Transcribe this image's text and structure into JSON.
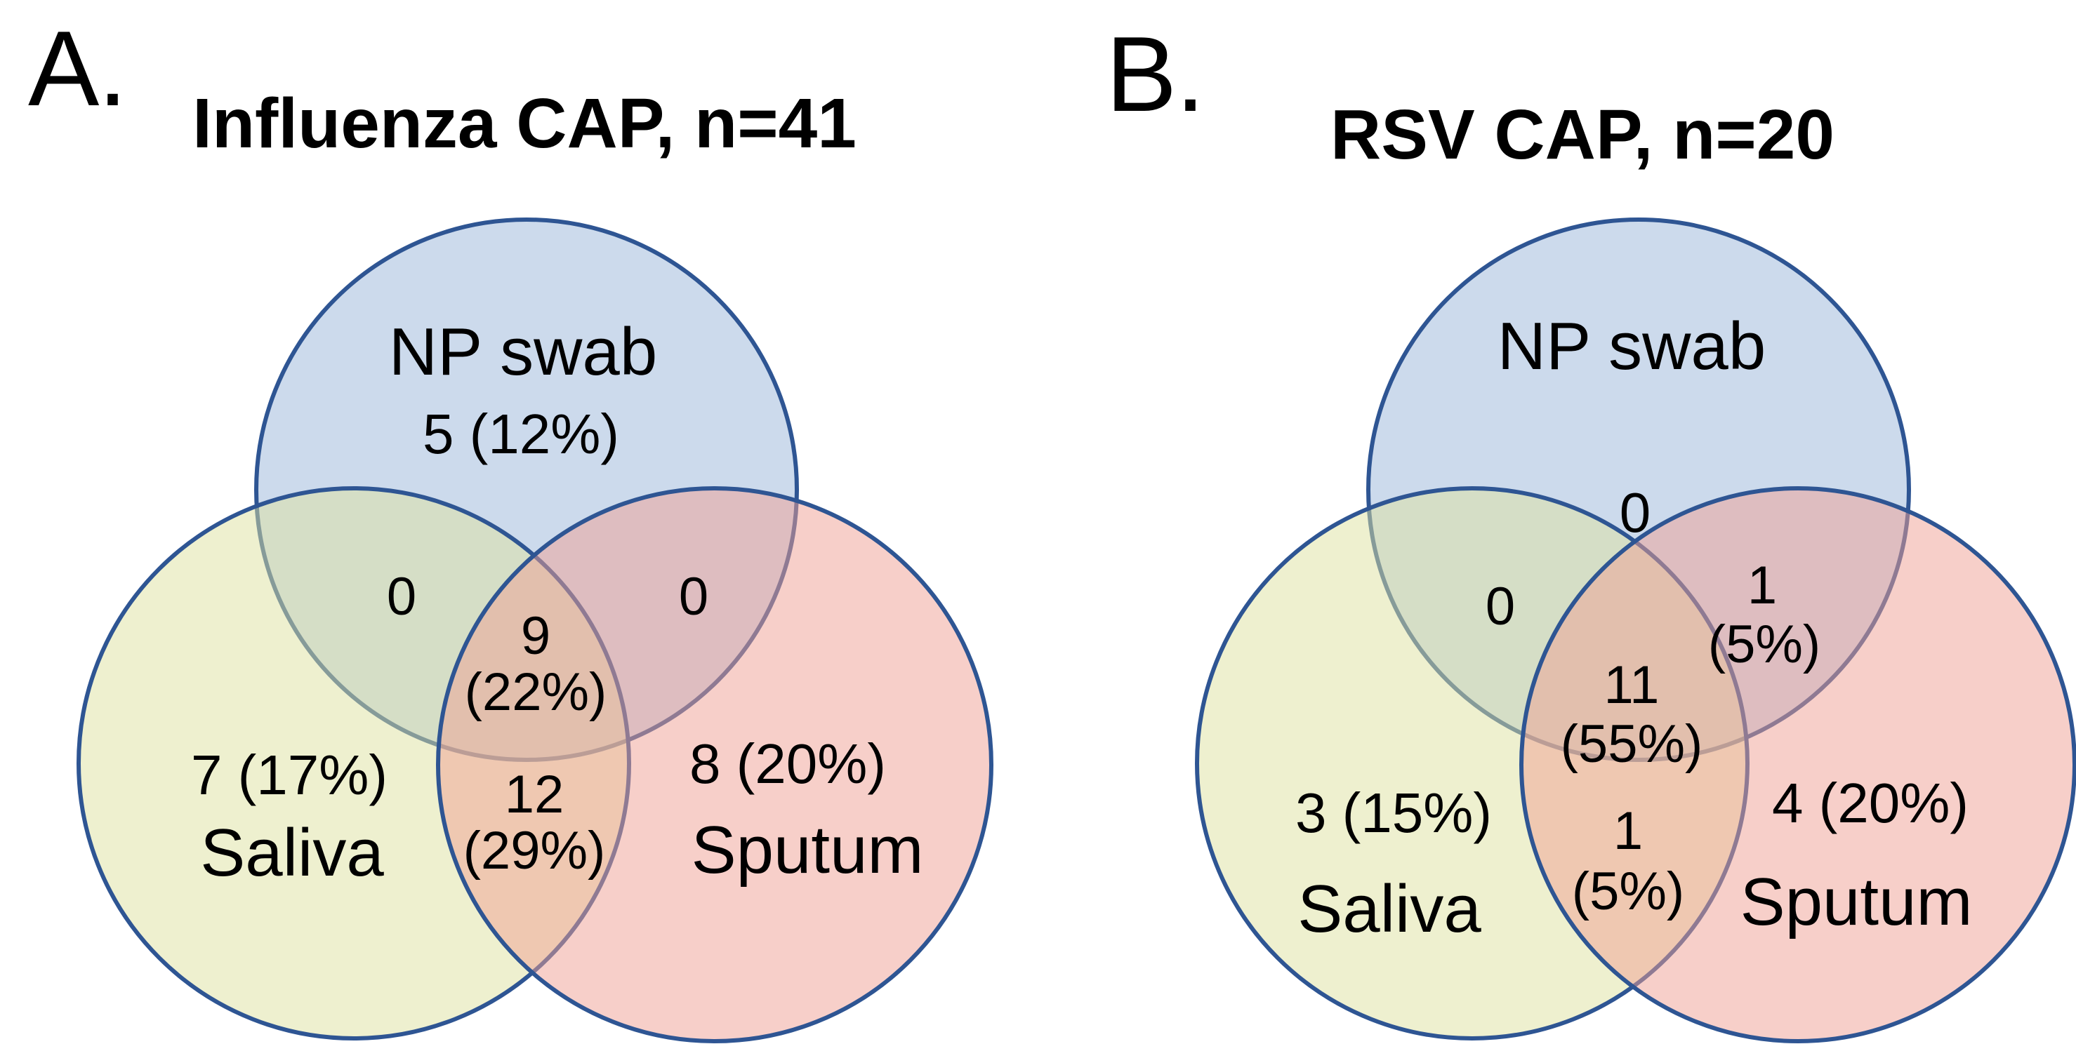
{
  "figure": {
    "colors": {
      "np_fill": "#99b5d9",
      "saliva_fill": "#dde19f",
      "sputum_fill": "#ef9f93",
      "circle_stroke": "#2e5593",
      "text": "#000000",
      "background": "#ffffff"
    },
    "panels": [
      {
        "panel_label": "A.",
        "title": "Influenza CAP, n=41",
        "np_label": "NP swab",
        "np_value": "5 (12%)",
        "saliva_label": "Saliva",
        "saliva_value": "7 (17%)",
        "sputum_label": "Sputum",
        "sputum_value": "8 (20%)",
        "np_saliva_value": "0",
        "np_sputum_value": "0",
        "saliva_sputum_count": "12",
        "saliva_sputum_pct": "(29%)",
        "center_count": "9",
        "center_pct": "(22%)"
      },
      {
        "panel_label": "B.",
        "title": "RSV CAP, n=20",
        "np_label": "NP swab",
        "np_value": "0",
        "saliva_label": "Saliva",
        "saliva_value": "3 (15%)",
        "sputum_label": "Sputum",
        "sputum_value": "4 (20%)",
        "np_saliva_value": "0",
        "np_sputum_count": "1",
        "np_sputum_pct": "(5%)",
        "saliva_sputum_count": "1",
        "saliva_sputum_pct": "(5%)",
        "center_count": "11",
        "center_pct": "(55%)"
      }
    ]
  },
  "chart_data": [
    {
      "type": "venn",
      "title": "Influenza CAP, n=41",
      "sets": [
        "NP swab",
        "Saliva",
        "Sputum"
      ],
      "n_total": 41,
      "regions": {
        "np_only": {
          "count": 5,
          "pct": "12%"
        },
        "saliva_only": {
          "count": 7,
          "pct": "17%"
        },
        "sputum_only": {
          "count": 8,
          "pct": "20%"
        },
        "np_and_saliva": {
          "count": 0
        },
        "np_and_sputum": {
          "count": 0
        },
        "saliva_and_sputum": {
          "count": 12,
          "pct": "29%"
        },
        "all_three": {
          "count": 9,
          "pct": "22%"
        }
      }
    },
    {
      "type": "venn",
      "title": "RSV CAP, n=20",
      "sets": [
        "NP swab",
        "Saliva",
        "Sputum"
      ],
      "n_total": 20,
      "regions": {
        "np_only": {
          "count": 0
        },
        "saliva_only": {
          "count": 3,
          "pct": "15%"
        },
        "sputum_only": {
          "count": 4,
          "pct": "20%"
        },
        "np_and_saliva": {
          "count": 0
        },
        "np_and_sputum": {
          "count": 1,
          "pct": "5%"
        },
        "saliva_and_sputum": {
          "count": 1,
          "pct": "5%"
        },
        "all_three": {
          "count": 11,
          "pct": "55%"
        }
      }
    }
  ]
}
